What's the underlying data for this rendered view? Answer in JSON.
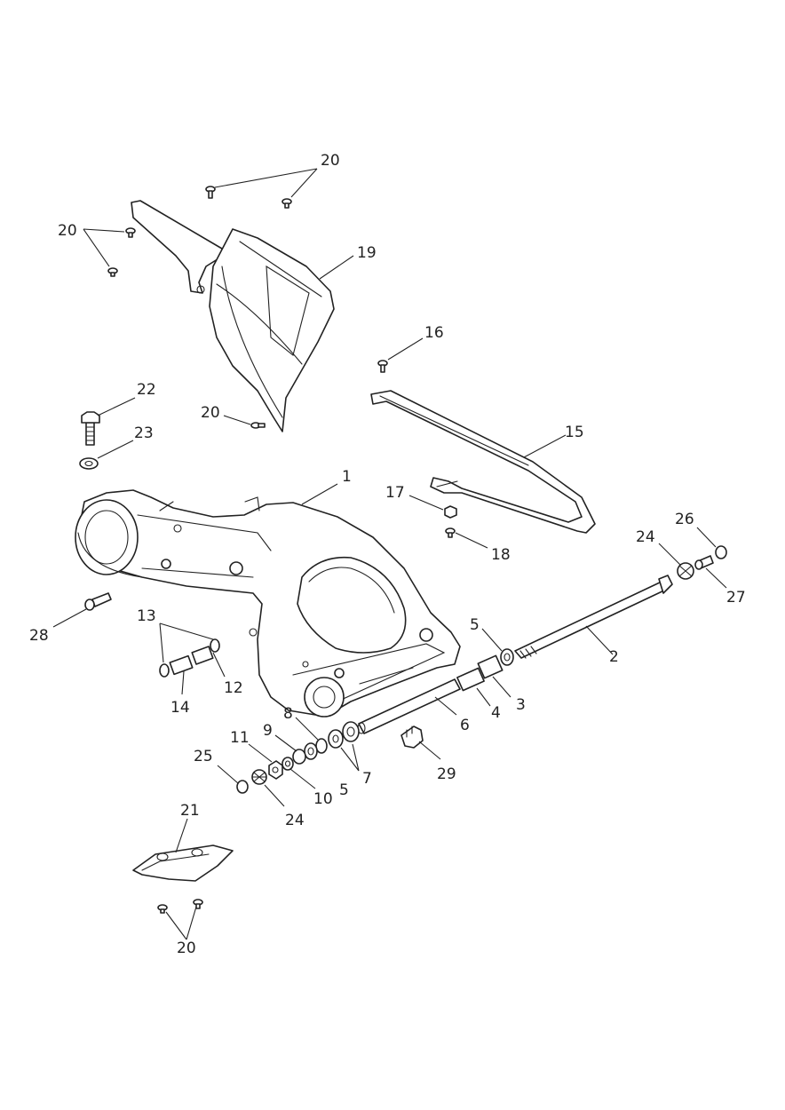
{
  "diagram": {
    "callouts": [
      "1",
      "2",
      "3",
      "4",
      "5",
      "5",
      "6",
      "7",
      "8",
      "9",
      "10",
      "11",
      "12",
      "13",
      "14",
      "15",
      "16",
      "17",
      "18",
      "19",
      "20",
      "20",
      "20",
      "20",
      "21",
      "22",
      "23",
      "24",
      "24",
      "25",
      "26",
      "27",
      "28",
      "29"
    ]
  },
  "colors": {
    "line": "#222222",
    "background": "#ffffff"
  }
}
